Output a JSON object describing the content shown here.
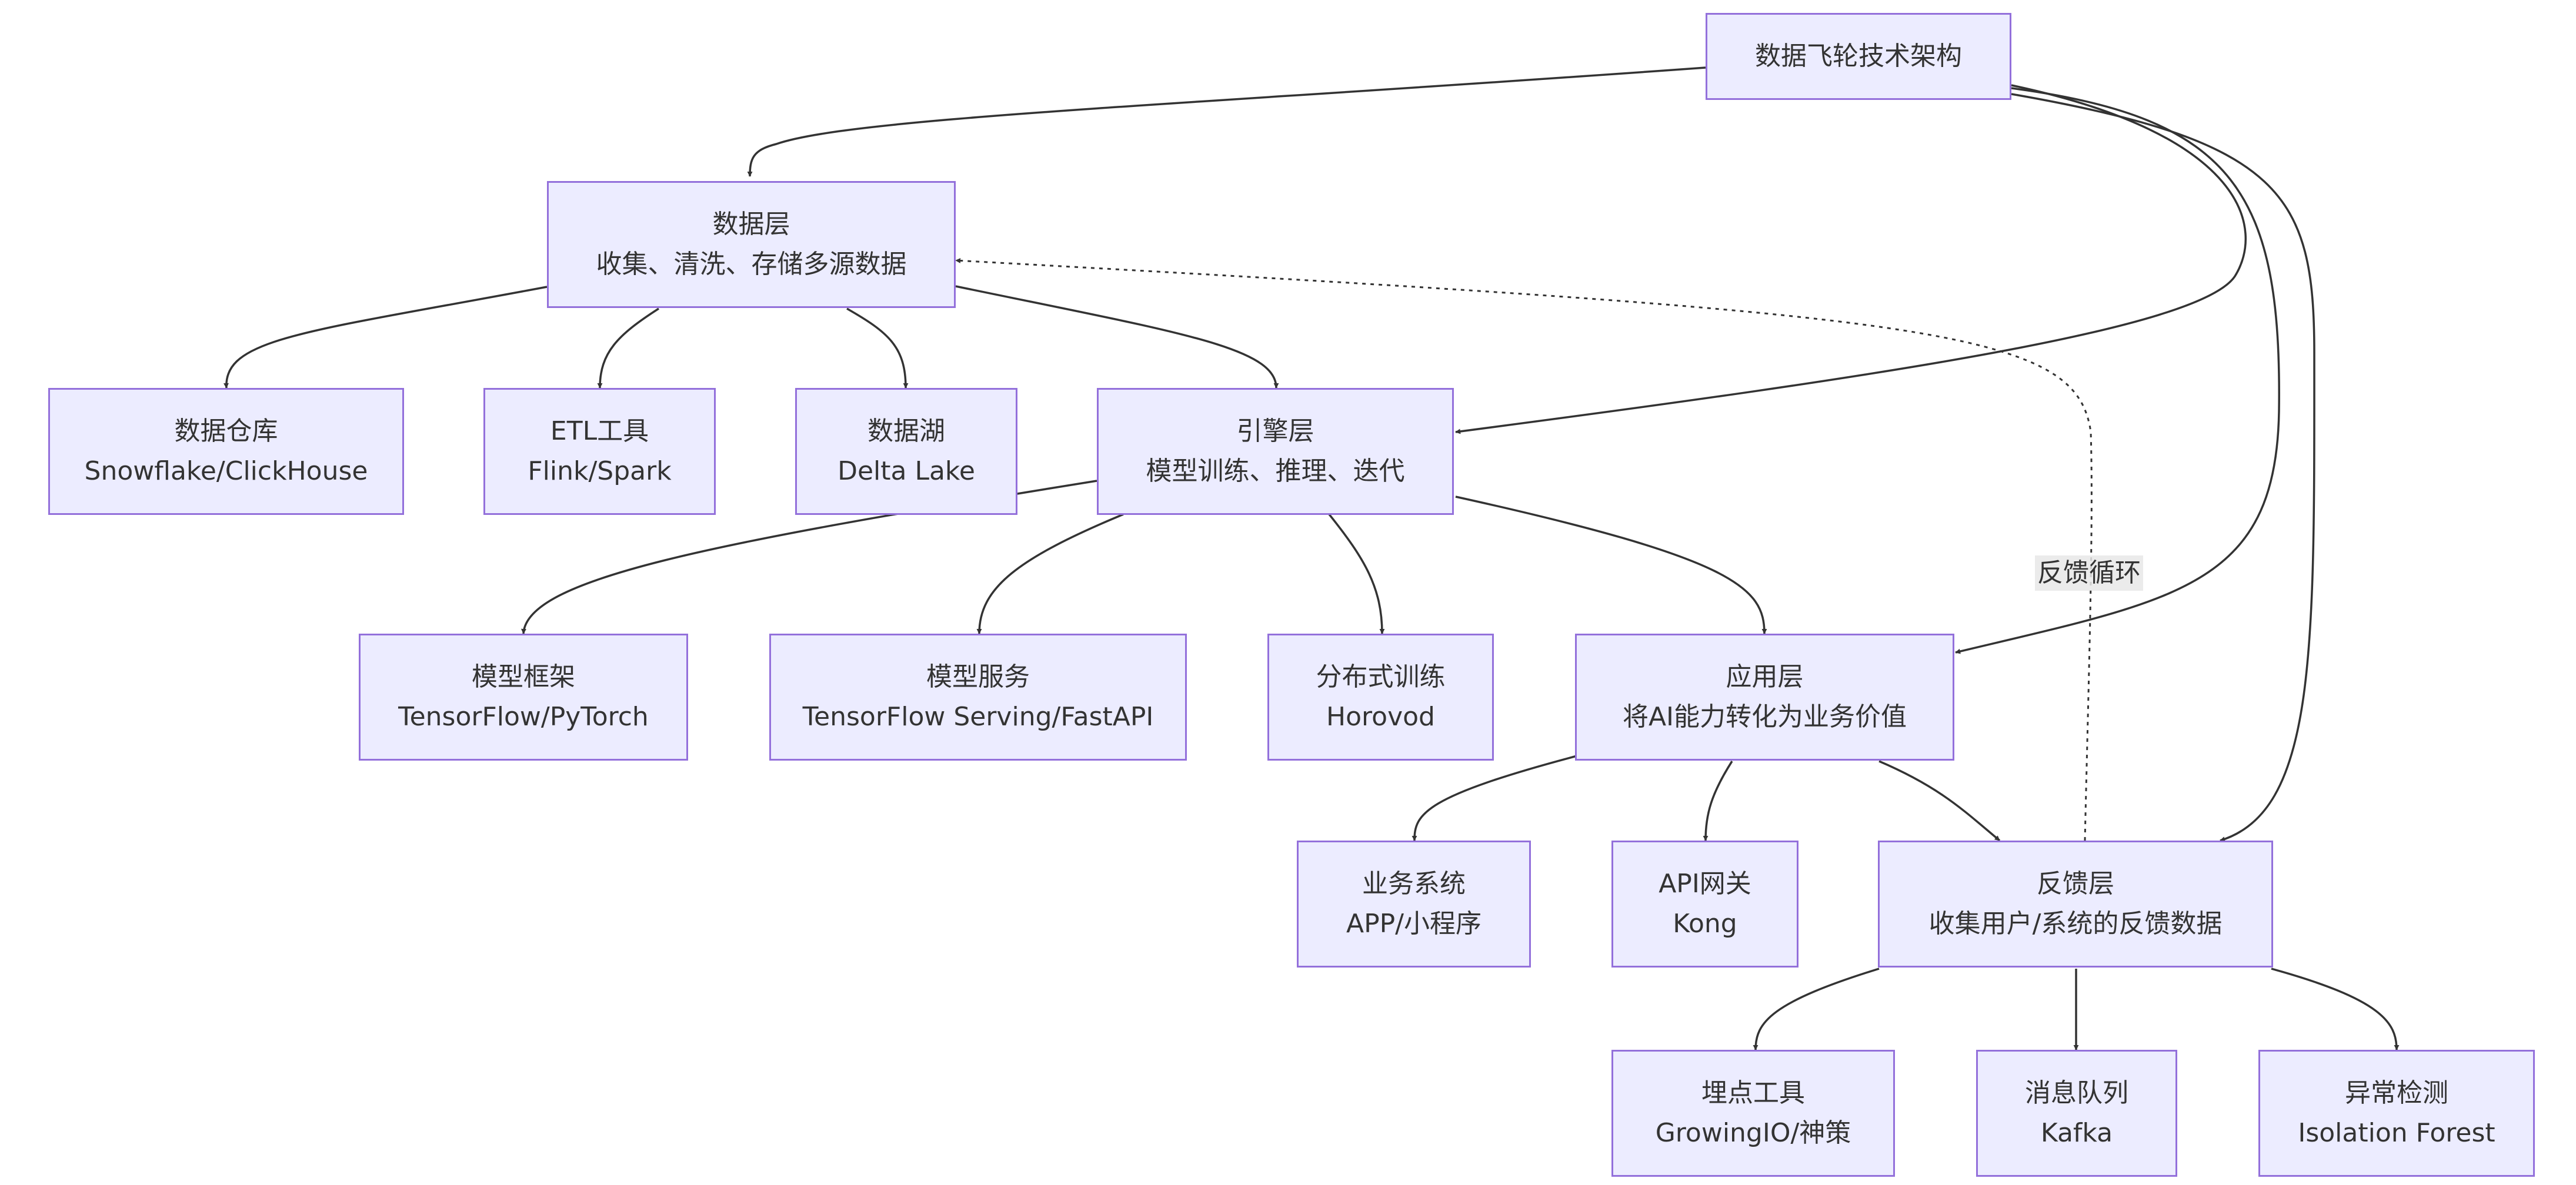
{
  "diagram": {
    "nodes": {
      "root": {
        "title": "数据飞轮技术架构",
        "subtitle": ""
      },
      "data_layer": {
        "title": "数据层",
        "subtitle": "收集、清洗、存储多源数据"
      },
      "warehouse": {
        "title": "数据仓库",
        "subtitle": "Snowflake/ClickHouse"
      },
      "etl": {
        "title": "ETL工具",
        "subtitle": "Flink/Spark"
      },
      "lake": {
        "title": "数据湖",
        "subtitle": "Delta Lake"
      },
      "engine_layer": {
        "title": "引擎层",
        "subtitle": "模型训练、推理、迭代"
      },
      "framework": {
        "title": "模型框架",
        "subtitle": "TensorFlow/PyTorch"
      },
      "serving": {
        "title": "模型服务",
        "subtitle": "TensorFlow Serving/FastAPI"
      },
      "distributed": {
        "title": "分布式训练",
        "subtitle": "Horovod"
      },
      "app_layer": {
        "title": "应用层",
        "subtitle": "将AI能力转化为业务价值"
      },
      "business": {
        "title": "业务系统",
        "subtitle": "APP/小程序"
      },
      "gateway": {
        "title": "API网关",
        "subtitle": "Kong"
      },
      "feedback_layer": {
        "title": "反馈层",
        "subtitle": "收集用户/系统的反馈数据"
      },
      "tracking": {
        "title": "埋点工具",
        "subtitle": "GrowingIO/神策"
      },
      "mq": {
        "title": "消息队列",
        "subtitle": "Kafka"
      },
      "anomaly": {
        "title": "异常检测",
        "subtitle": "Isolation Forest"
      }
    },
    "edge_labels": {
      "feedback_loop": "反馈循环"
    },
    "colors": {
      "node_fill": "#ececff",
      "node_border": "#9370db",
      "edge": "#333333",
      "label_bg": "#e8e8e8"
    }
  }
}
